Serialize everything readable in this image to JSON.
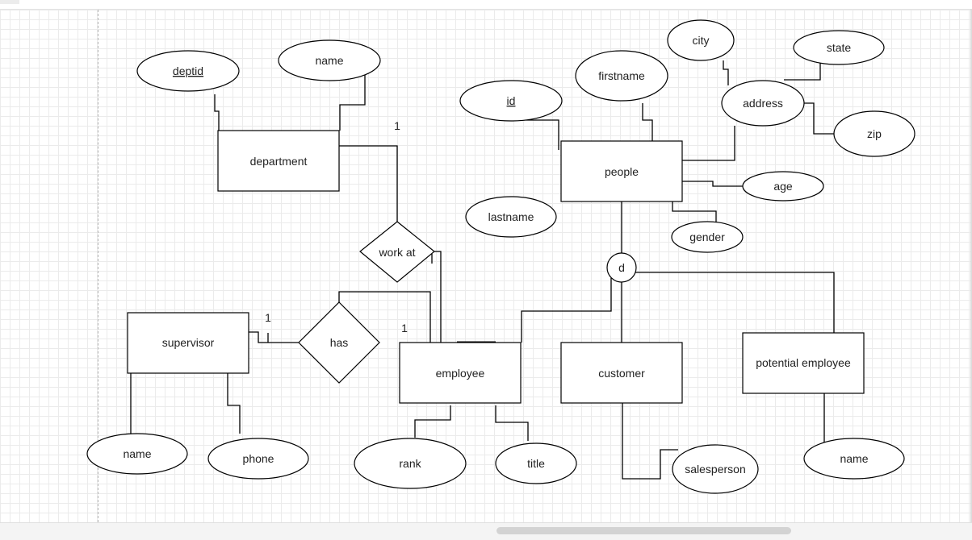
{
  "colors": {
    "stroke": "#000000",
    "fill": "#ffffff",
    "text": "#222222"
  },
  "entities": {
    "department": "department",
    "people": "people",
    "supervisor": "supervisor",
    "employee": "employee",
    "customer": "customer",
    "potential_employee": "potential employee"
  },
  "attributes": {
    "deptid": "deptid",
    "dept_name": "name",
    "id": "id",
    "firstname": "firstname",
    "city": "city",
    "state": "state",
    "address": "address",
    "zip": "zip",
    "age": "age",
    "gender": "gender",
    "lastname": "lastname",
    "supervisor_name": "name",
    "phone": "phone",
    "rank": "rank",
    "title": "title",
    "salesperson": "salesperson",
    "potential_name": "name"
  },
  "relationships": {
    "work_at": "work at",
    "has": "has"
  },
  "specialization": "d",
  "cardinality": {
    "dept_work_at": "1",
    "supervisor_has": "1",
    "employee_has": "1"
  }
}
